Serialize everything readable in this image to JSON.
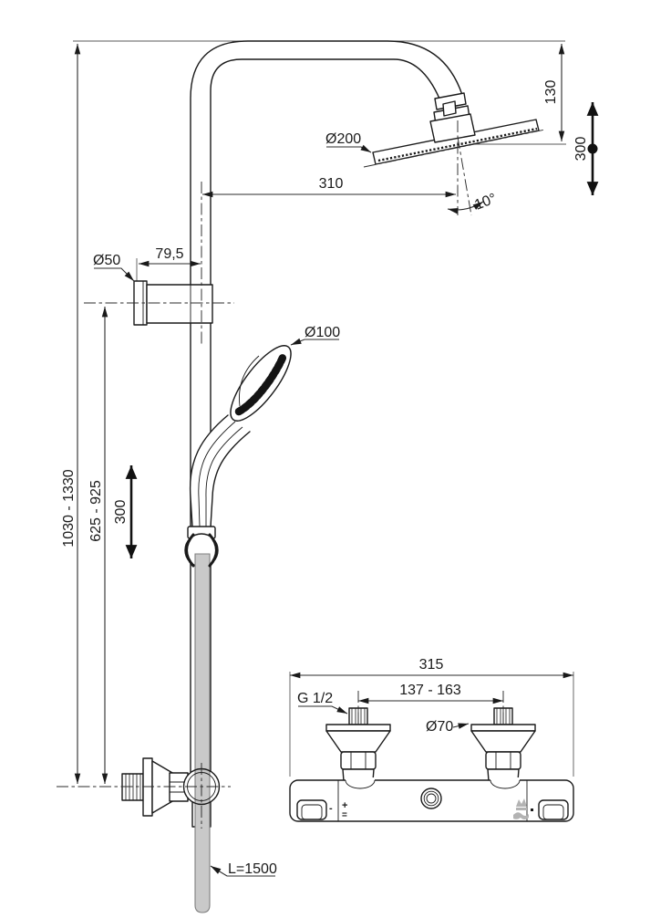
{
  "drawing": {
    "type": "technical dimension drawing",
    "subject": "Shower system with overhead shower, hand shower, slide rail and exposed thermostatic mixer",
    "colors": {
      "line": "#1a1a1a",
      "hose": "#c9c9c9",
      "icon_gray": "#b3b3b3",
      "background": "#ffffff"
    },
    "dims": {
      "overall_height": "1030 - 1330",
      "bracket_height": "625 - 925",
      "slide_range": "300",
      "head_drop": "130",
      "head_height_range": "300",
      "head_offset": "310",
      "head_diameter": "Ø200",
      "head_angle": "10°",
      "bracket_diameter": "Ø50",
      "bracket_offset": "79,5",
      "handshower_diameter": "Ø100",
      "hose_length": "L=1500",
      "mixer_width": "315",
      "inlet_spacing": "137 - 163",
      "inlet_thread": "G 1/2",
      "escutcheon_diameter": "Ø70"
    },
    "mixer_markings": {
      "plus": "+",
      "equals": "=",
      "dash": "-"
    }
  }
}
